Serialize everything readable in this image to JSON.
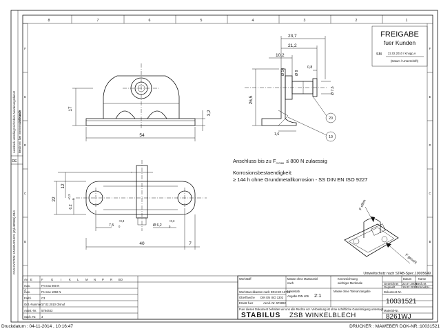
{
  "frame": {
    "columns": [
      "8",
      "7",
      "6",
      "5",
      "4",
      "3",
      "2",
      "1"
    ],
    "rows": [
      "F",
      "E",
      "D",
      "C",
      "B",
      "A"
    ]
  },
  "side_notes": {
    "copyright_text": "Ausdruck unterliegt nicht dem Aenderungsdienst",
    "internal_use": "Bestimmt fuer internen Gebrauch",
    "internal_use_2": "und Kunde",
    "de": "DE",
    "cad_system": "CAD-SYSTEM: UNIGRAPHICS (Zyk.BR986).03/4"
  },
  "approval_stamp": {
    "line1": "FREIGABE",
    "line2": "fuer Kunden",
    "sm_label": "SM",
    "date_sign": "22.02.2010 / Knopp,A",
    "caption": "(Datum / Unterschrift)"
  },
  "dimensions": {
    "top_view": {
      "width": "54",
      "height": "17",
      "offset": "3,2"
    },
    "side_view": {
      "d1": "23,7",
      "d2": "21,2",
      "d3": "10,2",
      "d4": "0,8",
      "dia1": "Ø 14",
      "dia2": "Ø 8",
      "dia3": "Ø 7,6",
      "height": "26,5",
      "thickness": "1,6",
      "bubble_1": "20",
      "bubble_2": "10"
    },
    "bottom_view": {
      "height_outer": "22",
      "height_inner": "12",
      "offset": "6,2",
      "offset_tol_upper": "+0,3",
      "offset_tol_lower": "0",
      "x1": "7,5",
      "x1_tol_upper": "+0,3",
      "x1_tol_lower": "0",
      "dia": "Ø 6,2",
      "dia_tol_upper": "+0,3",
      "dia_tol_lower": "0",
      "length": "40",
      "end": "7"
    }
  },
  "notes": {
    "connection_prefix": "Anschluss bis zu F",
    "connection_sub": "A max",
    "connection_suffix": "≤  800 N zulaessig",
    "corrosion_title": "Korrosionsbestaendigkeit:",
    "corrosion_text": "≥  144 h ohne Grundmetallkorrosion - SS DIN EN ISO 9227"
  },
  "iso_view": {
    "force_open": "F offen",
    "force_closed": "F geschl."
  },
  "env_note": "Umweltschutz nach STAB-Spec.10005649",
  "revision_block": {
    "header": [
      "AV",
      "E",
      "F",
      "G",
      "I",
      "K",
      "L",
      "M",
      "N",
      "P",
      "R",
      "BO"
    ],
    "rows": [
      {
        "label": "max.",
        "value": "FA max 800 N"
      },
      {
        "label": "max.",
        "value": "Fs max 1050 N"
      },
      {
        "label": "Farbl.",
        "value": "C3"
      },
      {
        "label": "Ord.-Nummer",
        "value": "17.02.2010 Olsnuf"
      },
      {
        "label": "Ausst.-Nr.",
        "value": "5784443"
      },
      {
        "label": "Sach.-Nr.",
        "value": "3"
      }
    ]
  },
  "title_block": {
    "werkstoff": "Werkstoff",
    "werkstoffkanten": "Werkstueckkanten nach DIN ISO 13715",
    "oberflaeche": "Oberflaeche",
    "oberflaeche_val": "DIN EN ISO 1302",
    "ersatz_fuer": "Ersatz fuer",
    "aend_nr": "Aend.-Nr. 576892",
    "masse_ohne": "Masse ohne Massezahl",
    "nach": "nach",
    "massstab_label": "Massstab",
    "massstab": "2:1",
    "angabe": "Angabe DIN 406",
    "kennzeichnung": "Kennzeichnung",
    "wichtige_merkmale": "wichtiger Merkmale",
    "masse_ohne_tol": "Masse ohne Toleranzangabe",
    "datum_label": "Datum",
    "name_label": "Name",
    "gezeichnet_label": "Gezeichnet",
    "gezeichnet_date": "22.07.2008",
    "gezeichnet_name": "Beck,M.",
    "geprueft_label": "Geprueft",
    "geprueft_date": "19.02.2010",
    "geprueft_name": "Schmidt,H.",
    "dokument_nr_label": "Dokument-Nr.",
    "dokument_nr": "10031521",
    "material_nr_label": "Material-Nr.",
    "material_nr": "8261WJ",
    "company": "STABILUS",
    "title": "ZSB  WINKELBLECH",
    "legal_text": "Fuer dieses Dokument behalten wir uns alle Rechte vor. Verbreitung ist ohne schriftliche Genehmigung untersagt."
  },
  "footer": {
    "print_date": "Druckdatum : 04-11-2014 , 10:16:47",
    "printer": "DRUCKER : MAWEBER DOK-NR.:10031521"
  }
}
